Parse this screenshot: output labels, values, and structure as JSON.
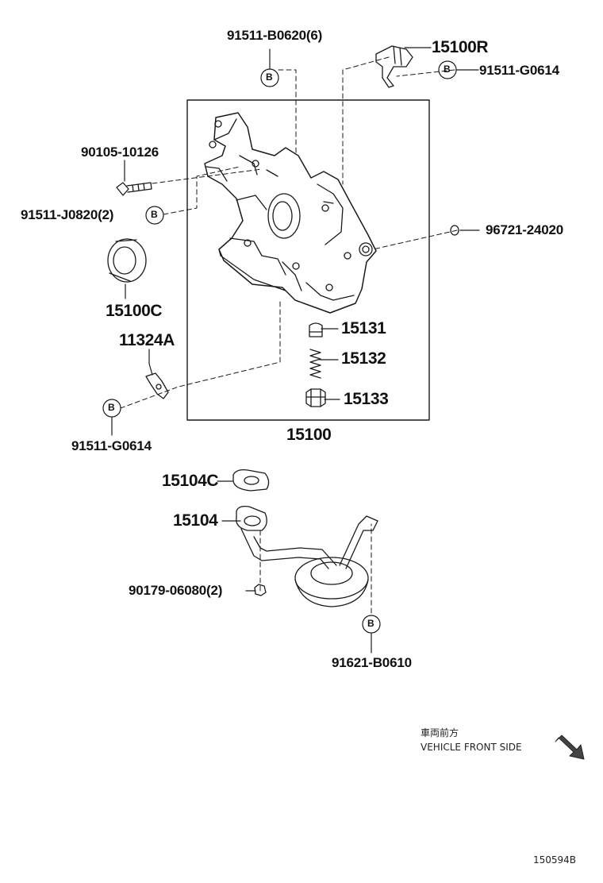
{
  "labels": {
    "p_91511_b0620": "91511-B0620(6)",
    "p_15100r": "15100R",
    "p_91511_g0614_top": "91511-G0614",
    "p_90105_10126": "90105-10126",
    "p_91511_j0820": "91511-J0820(2)",
    "p_96721_24020": "96721-24020",
    "p_15100c": "15100C",
    "p_15131": "15131",
    "p_11324a": "11324A",
    "p_15132": "15132",
    "p_15133": "15133",
    "p_91511_g0614_bottom": "91511-G0614",
    "p_15100": "15100",
    "p_15104c": "15104C",
    "p_15104": "15104",
    "p_90179_06080": "90179-06080(2)",
    "p_91621_b0610": "91621-B0610"
  },
  "callout_letter": "B",
  "direction": {
    "japanese": "車両前方",
    "english": "VEHICLE FRONT SIDE"
  },
  "illustration_code": "150594B"
}
